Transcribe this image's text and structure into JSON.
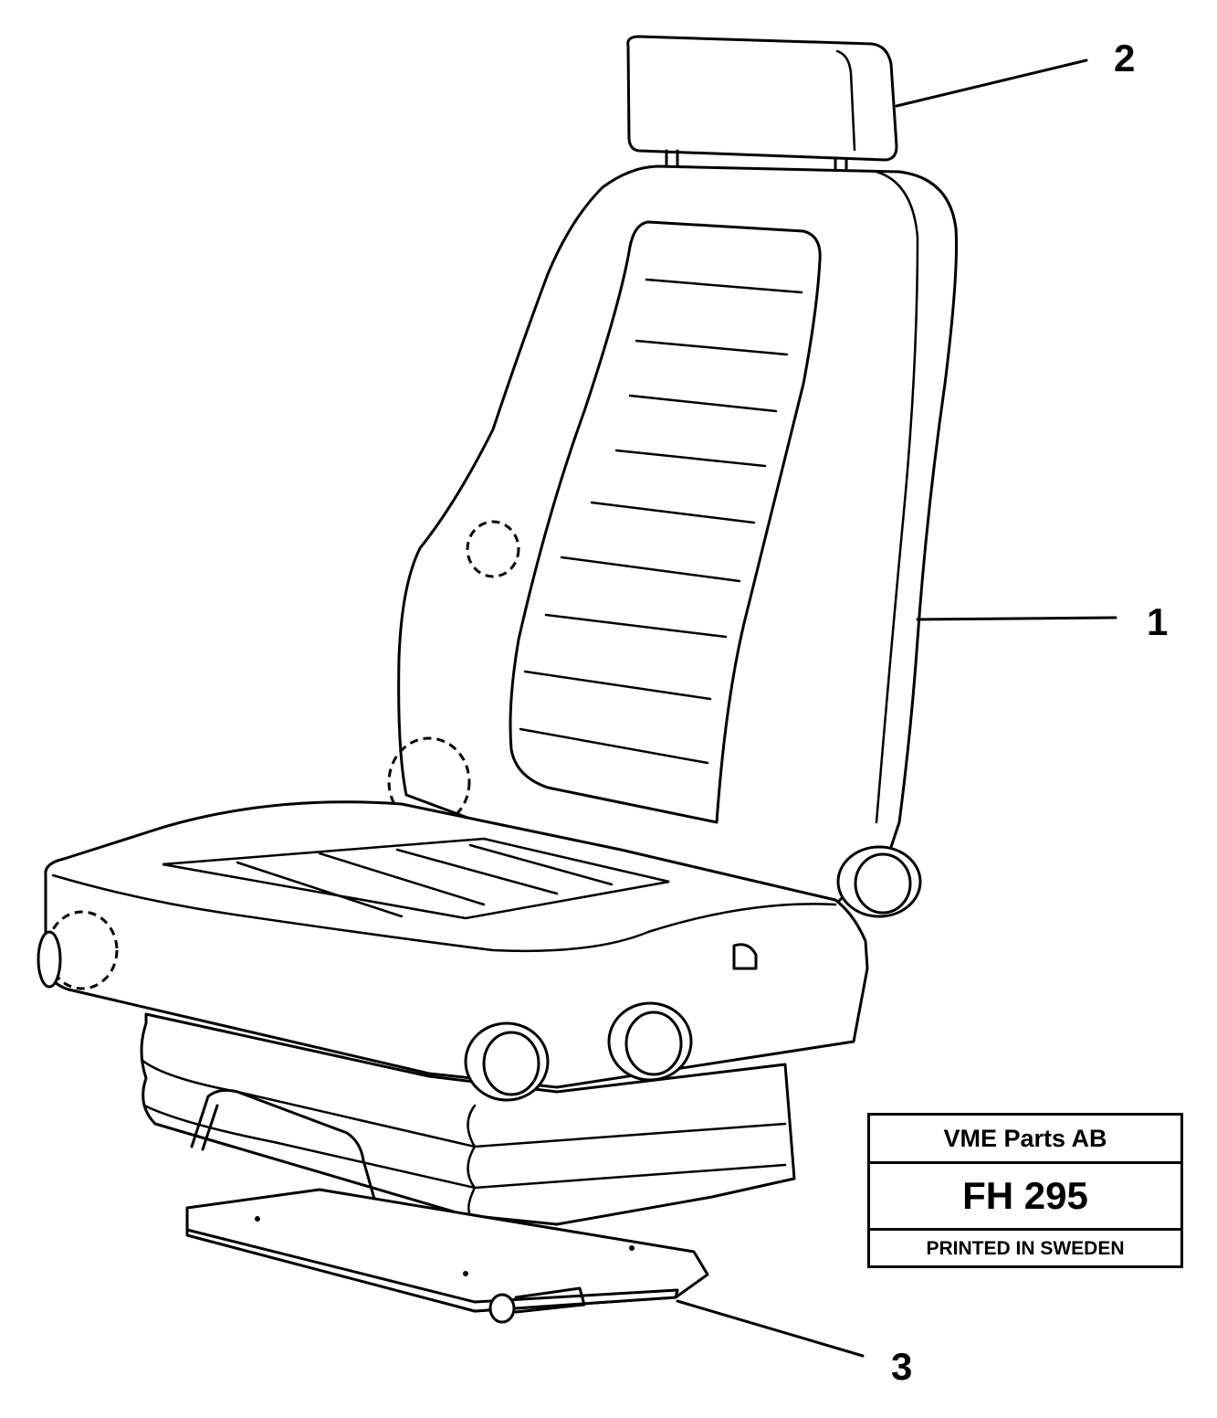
{
  "callouts": {
    "headrest": "2",
    "seat": "1",
    "base_slide": "3"
  },
  "plate": {
    "company": "VME Parts AB",
    "code": "FH 295",
    "note": "PRINTED IN SWEDEN"
  }
}
